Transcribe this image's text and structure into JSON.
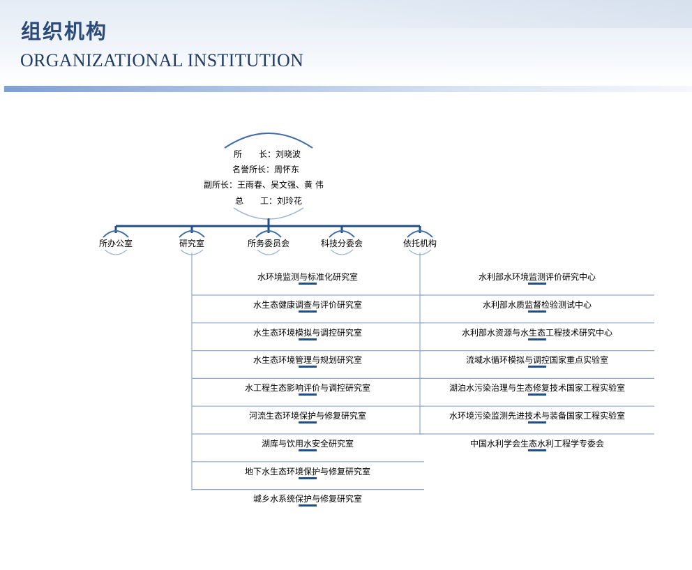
{
  "header": {
    "title_cn": "组织机构",
    "title_en": "ORGANIZATIONAL INSTITUTION"
  },
  "leadership": [
    "所　　长：刘晓波",
    "名誉所长：周怀东",
    "副所长：王雨春、吴文强、黄 伟",
    "总　　工：刘玲花"
  ],
  "branches": [
    "所办公室",
    "研究室",
    "所务委员会",
    "科技分委会",
    "依托机构"
  ],
  "research_labs": [
    "水环境监测与标准化研究室",
    "水生态健康调查与评价研究室",
    "水生态环境模拟与调控研究室",
    "水生态环境管理与规划研究室",
    "水工程生态影响评价与调控研究室",
    "河流生态环境保护与修复研究室",
    "湖库与饮用水安全研究室",
    "地下水生态环境保护与修复研究室",
    "城乡水系统保护与修复研究室"
  ],
  "affiliated_institutions": [
    "水利部水环境监测评价研究中心",
    "水利部水质监督检验测试中心",
    "水利部水资源与水生态工程技术研究中心",
    "流域水循环模拟与调控国家重点实验室",
    "湖泊水污染治理与生态修复技术国家工程实验室",
    "水环境污染监测先进技术与装备国家工程实验室",
    "中国水利学会生态水利工程学专委会"
  ],
  "colors": {
    "primary": "#1f4f8a",
    "connector": "#8fa9d1",
    "arc": "#3d6aa8"
  }
}
